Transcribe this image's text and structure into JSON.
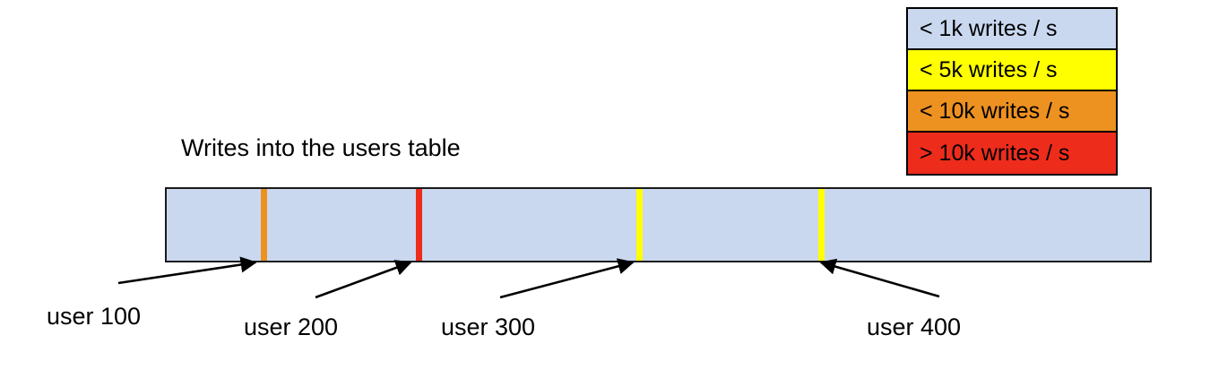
{
  "chart_data": {
    "type": "bar",
    "title": "Writes into the users table",
    "xlabel": "",
    "ylabel": "",
    "description": "Horizontal band representing the users table, with colored vertical stripes marking write hot-spots at specific user rows.",
    "base_color": "#c9d8ef",
    "base_category": "< 1k writes / s",
    "categories": [
      "user 100",
      "user 200",
      "user 300",
      "user 400"
    ],
    "values": [
      "< 10k writes / s",
      "> 10k writes / s",
      "< 5k writes / s",
      "< 5k writes / s"
    ],
    "markers": [
      {
        "label": "user 100",
        "x_pct": 9.6,
        "color": "#ed9121",
        "level": "< 10k writes / s"
      },
      {
        "label": "user 200",
        "x_pct": 25.3,
        "color": "#ee2c1c",
        "level": "> 10k writes / s"
      },
      {
        "label": "user 300",
        "x_pct": 47.8,
        "color": "#ffff00",
        "level": "< 5k writes / s"
      },
      {
        "label": "user 400",
        "x_pct": 66.3,
        "color": "#ffff00",
        "level": "< 5k writes / s"
      }
    ],
    "legend_position": "top-right",
    "grid": false
  },
  "legend": {
    "name": "writes-legend",
    "items": [
      {
        "label": "< 1k writes / s",
        "color": "#c9d8ef"
      },
      {
        "label": "< 5k writes / s",
        "color": "#ffff00"
      },
      {
        "label": "< 10k writes / s",
        "color": "#ed9121"
      },
      {
        "label": "> 10k writes / s",
        "color": "#ee2c1c"
      }
    ]
  },
  "title": {
    "text": "Writes into the users table"
  },
  "labels": {
    "user100": "user 100",
    "user200": "user 200",
    "user300": "user 300",
    "user400": "user 400"
  },
  "colors": {
    "table_fill": "#c9d8ef",
    "outline": "#1a1a1a",
    "yellow": "#ffff00",
    "orange": "#ed9121",
    "red": "#ee2c1c"
  }
}
